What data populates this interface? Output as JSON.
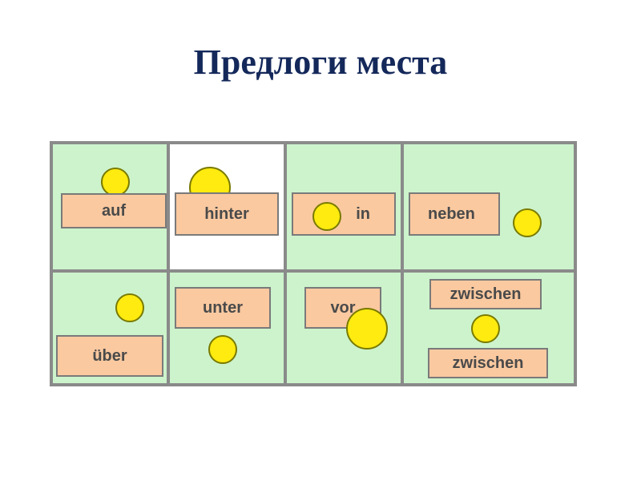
{
  "title": "Предлоги места",
  "colors": {
    "title": "#14285a",
    "cell_background": "#ccf3cc",
    "highlighted_cell_background": "#ffffff",
    "grid_lines": "#8a8a8a",
    "word_box": "#fac9a0",
    "ball": "#ffeb0f"
  },
  "prepositions": [
    {
      "word": "auf"
    },
    {
      "word": "hinter"
    },
    {
      "word": "in"
    },
    {
      "word": "neben"
    },
    {
      "word": "über"
    },
    {
      "word": "unter"
    },
    {
      "word": "vor"
    },
    {
      "word": "zwischen",
      "second_word": "zwischen"
    }
  ]
}
